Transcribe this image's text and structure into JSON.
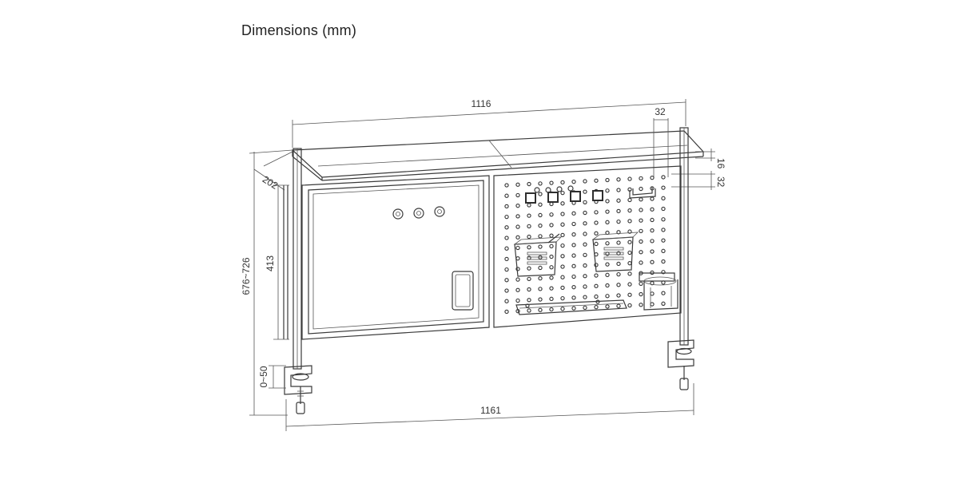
{
  "title": "Dimensions (mm)",
  "dimensions": {
    "top_width": "1116",
    "bottom_width": "1161",
    "height_range": "676~726",
    "panel_height": "413",
    "depth": "202",
    "clamp_range": "0~50",
    "hole_pitch": "32",
    "shelf_thickness": "16",
    "hole_row_pitch": "32"
  },
  "colors": {
    "line": "#3a3a3a",
    "background": "#ffffff"
  }
}
